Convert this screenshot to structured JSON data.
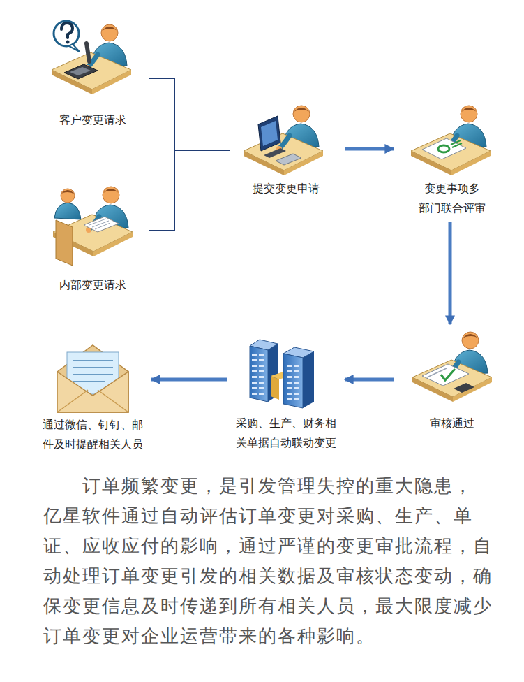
{
  "diagram": {
    "nodes": [
      {
        "text": [
          "客户变更请求"
        ]
      },
      {
        "text": [
          "内部变更请求"
        ]
      },
      {
        "text": [
          "提交变更申请"
        ]
      },
      {
        "text": [
          "变更事项多 部门联合评审"
        ]
      },
      {
        "text": [
          "审核通过"
        ]
      },
      {
        "text": [
          "采购、生产、财务相 关单据自动联动变更"
        ]
      },
      {
        "text": [
          "通过微信、钉钉、邮 件及时提醒相关人员"
        ]
      }
    ],
    "edges": [
      {
        "from": 0,
        "to": 2,
        "arrow": "none"
      },
      {
        "from": 1,
        "to": 2,
        "arrow": "none"
      },
      {
        "from": 2,
        "to": 3,
        "arrow": "to"
      },
      {
        "from": 3,
        "to": 4,
        "arrow": "to"
      },
      {
        "from": 4,
        "to": 5,
        "arrow": "to"
      },
      {
        "from": 5,
        "to": 6,
        "arrow": "to"
      }
    ],
    "labels": [
      "订单频繁变更，是引发管理失控的重大隐患， 亿星软件通过自动评估订单变更对采购、生产、单 证、应收应付的影响，通过严谨的变更审批流程，自 动处理订单变更引发的相关数据及审核状态变动，确 保变更信息及时传递到所有相关人员，最大限度减少 订单变更对企业运营带来的各种影响。"
    ]
  }
}
